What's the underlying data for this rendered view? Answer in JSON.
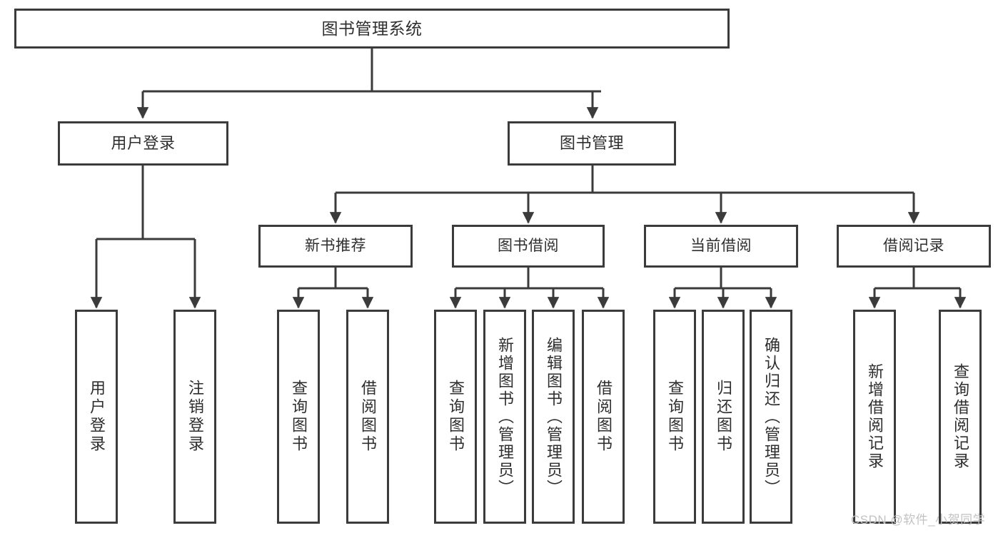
{
  "diagram": {
    "title": "图书管理系统",
    "root": {
      "label": "图书管理系统"
    },
    "level2": [
      {
        "label": "用户登录"
      },
      {
        "label": "图书管理"
      }
    ],
    "level3": [
      {
        "label": "新书推荐"
      },
      {
        "label": "图书借阅"
      },
      {
        "label": "当前借阅"
      },
      {
        "label": "借阅记录"
      }
    ],
    "leaves": {
      "user_login": [
        {
          "label": "用户登录"
        },
        {
          "label": "注销登录"
        }
      ],
      "new_book_recommend": [
        {
          "label": "查询图书"
        },
        {
          "label": "借阅图书"
        }
      ],
      "book_borrow": [
        {
          "label": "查询图书"
        },
        {
          "label": "新增图书（管理员）"
        },
        {
          "label": "编辑图书（管理员）"
        },
        {
          "label": "借阅图书"
        }
      ],
      "current_borrow": [
        {
          "label": "查询图书"
        },
        {
          "label": "归还图书"
        },
        {
          "label": "确认归还（管理员）"
        }
      ],
      "borrow_record": [
        {
          "label": "新增借阅记录"
        },
        {
          "label": "查询借阅记录"
        }
      ]
    }
  },
  "watermark": {
    "text": "CSDN @软件_小贺同学"
  },
  "colors": {
    "border": "#3b3b3b",
    "text": "#2e2e2e",
    "background": "#ffffff",
    "watermark": "#c2c2c2"
  }
}
